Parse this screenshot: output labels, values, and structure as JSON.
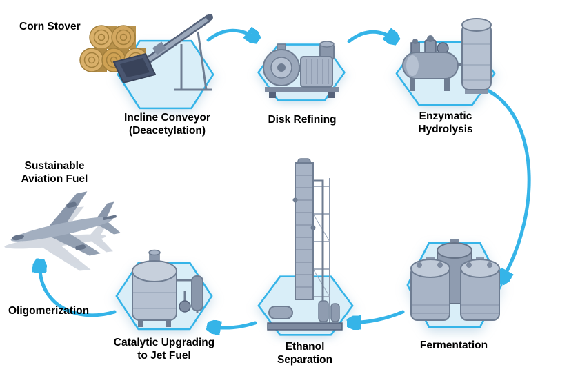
{
  "colors": {
    "background": "#FFFFFF",
    "arrow": "#35B4E8",
    "hexagon_fill": "#D9EEF8",
    "hexagon_border": "#35B4E8",
    "label_text": "#000000",
    "machinery_steel": "#A8B4C6",
    "hay_bale": "#D2A95E"
  },
  "labels": {
    "corn_stover": "Corn Stover",
    "incline_conveyor_line1": "Incline Conveyor",
    "incline_conveyor_line2": "(Deacetylation)",
    "disk_refining": "Disk Refining",
    "enzymatic_line1": "Enzymatic",
    "enzymatic_line2": "Hydrolysis",
    "fermentation": "Fermentation",
    "ethanol_line1": "Ethanol",
    "ethanol_line2": "Separation",
    "catalytic_line1": "Catalytic Upgrading",
    "catalytic_line2": "to Jet Fuel",
    "oligomerization": "Oligomerization",
    "saf_line1": "Sustainable",
    "saf_line2": "Aviation Fuel"
  },
  "flow_order": [
    "Corn Stover",
    "Incline Conveyor (Deacetylation)",
    "Disk Refining",
    "Enzymatic Hydrolysis",
    "Fermentation",
    "Ethanol Separation",
    "Catalytic Upgrading to Jet Fuel",
    "Oligomerization",
    "Sustainable Aviation Fuel"
  ],
  "illustrations": [
    "hay-bales",
    "incline-conveyor",
    "disk-refiner",
    "hydrolysis-tanks",
    "fermentation-tanks",
    "distillation-column",
    "upgrading-reactor",
    "airplane"
  ]
}
